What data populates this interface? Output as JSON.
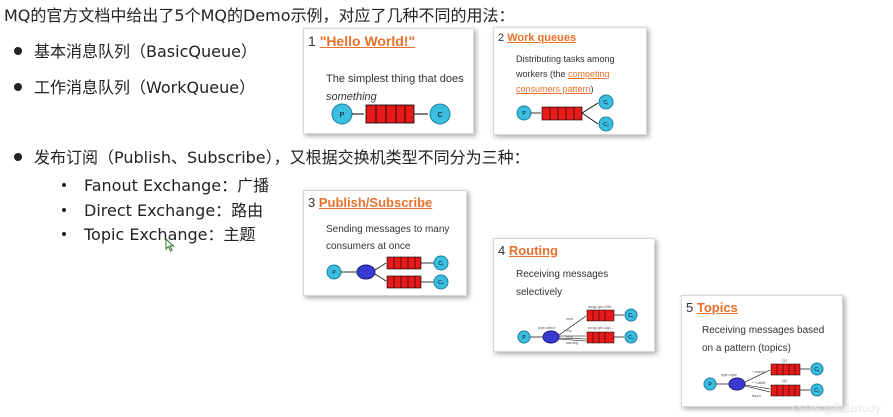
{
  "intro": "MQ的官方文档中给出了5个MQ的Demo示例，对应了几种不同的用法：",
  "bullets": {
    "basic": "基本消息队列（BasicQueue）",
    "work": "工作消息队列（WorkQueue）",
    "pubsub": "发布订阅（Publish、Subscribe），又根据交换机类型不同分为三种："
  },
  "exchanges": [
    "Fanout Exchange：广播",
    "Direct Exchange：路由",
    "Topic Exchange：主题"
  ],
  "cards": {
    "hello": {
      "num": "1",
      "title": "\"Hello World!\"",
      "desc1": "The simplest thing that does",
      "desc2": "something",
      "p": "P",
      "c": "C"
    },
    "work": {
      "num": "2",
      "title": "Work queues",
      "desc1": "Distributing tasks among",
      "desc2": "workers (the ",
      "link": "competing",
      "link2": "consumers pattern",
      "desc3": ")",
      "p": "P",
      "c1": "C₁",
      "c2": "C₂"
    },
    "pubsub": {
      "num": "3",
      "title": "Publish/Subscribe",
      "desc1": "Sending messages to many",
      "desc2": "consumers at once",
      "p": "P",
      "c1": "C₁",
      "c2": "C₂"
    },
    "routing": {
      "num": "4",
      "title": "Routing",
      "desc1": "Receiving messages",
      "desc2": "selectively",
      "p": "P",
      "c1": "C₁",
      "c2": "C₂",
      "q1": "amqp.gen-S9b...",
      "q2": "amqp.gen-Ag1...",
      "k1": "error",
      "k2": "info",
      "k3": "error",
      "k4": "warning",
      "ex": "type=direct"
    },
    "topics": {
      "num": "5",
      "title": "Topics",
      "desc1": "Receiving messages based",
      "desc2": "on a pattern (topics)",
      "p": "P",
      "c1": "C₁",
      "c2": "C₂",
      "q1": "Q1",
      "q2": "Q2",
      "k1": "*.orange.*",
      "k2": "*.*.rabbit",
      "k3": "lazy.#",
      "ex": "type=topic"
    }
  },
  "colors": {
    "accent": "#e8702a",
    "producer": "#3bbde0",
    "exchange": "#3a3ad2",
    "queue": "#e51b1b"
  },
  "watermark": "CSDN @刷山study"
}
